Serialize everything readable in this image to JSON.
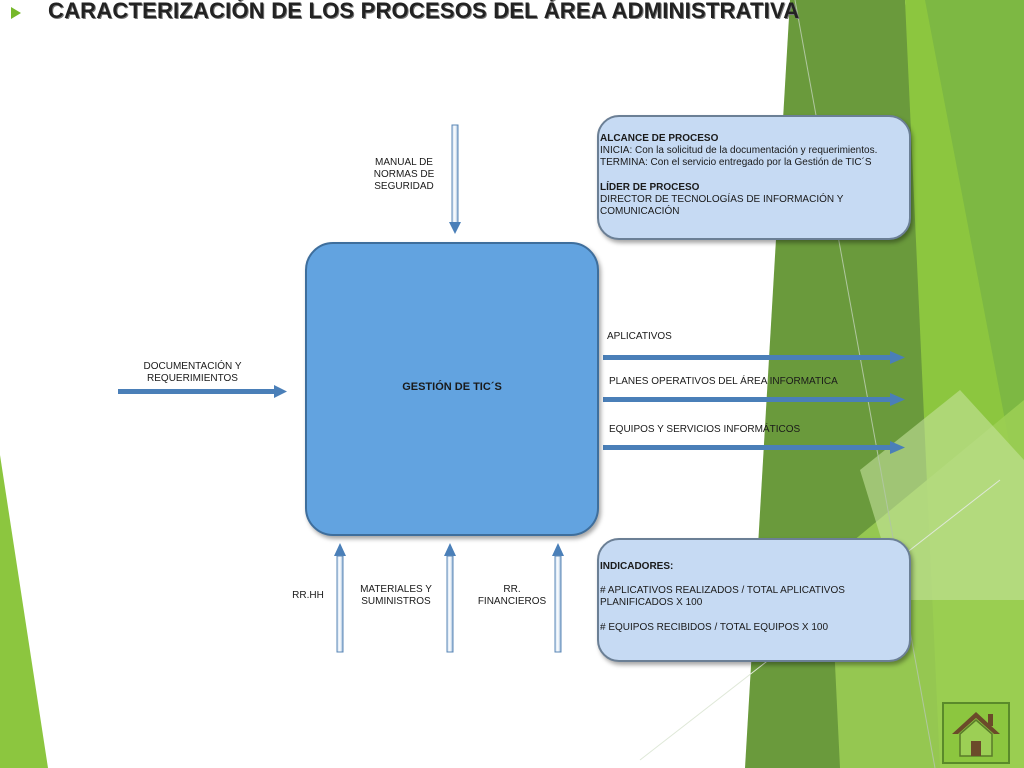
{
  "header": {
    "title": "CARACTERIZACIÓN DE LOS PROCESOS DEL ÁREA ADMINISTRATIVA"
  },
  "process": {
    "label": "GESTIÓN DE TIC´S"
  },
  "input": {
    "line1": "DOCUMENTACIÓN Y",
    "line2": "REQUERIMIENTOS"
  },
  "control": {
    "line1": "MANUAL DE",
    "line2": "NORMAS DE",
    "line3": "SEGURIDAD"
  },
  "outputs": [
    "APLICATIVOS",
    "PLANES OPERATIVOS DEL ÁREA INFORMATICA",
    "EQUIPOS Y SERVICIOS INFORMÁTICOS"
  ],
  "resources": {
    "rrhh": "RR.HH",
    "materiales_line1": "MATERIALES Y",
    "materiales_line2": "SUMINISTROS",
    "financieros_line1": "RR.",
    "financieros_line2": "FINANCIEROS"
  },
  "scope_box": {
    "alcance_heading": "ALCANCE DE PROCESO",
    "inicia": "INICIA: Con la solicitud de la documentación y requerimientos.",
    "termina": "TERMINA: Con el servicio entregado por la Gestión de TIC´S",
    "lider_heading": "LÍDER DE PROCESO",
    "lider_line1": "DIRECTOR DE TECNOLOGÍAS DE INFORMACIÓN Y",
    "lider_line2": "COMUNICACIÓN"
  },
  "indicators_box": {
    "heading": "INDICADORES:",
    "ind1_line1": "# APLICATIVOS REALIZADOS / TOTAL APLICATIVOS",
    "ind1_line2": "PLANIFICADOS X 100",
    "ind2": "# EQUIPOS RECIBIDOS / TOTAL EQUIPOS X 100"
  },
  "colors": {
    "accent_green": "#76b82a",
    "process_blue": "#62a3e0",
    "info_box_fill": "#c6daf3",
    "arrow_blue": "#4a7fb8"
  },
  "icons": {
    "home": "home-icon",
    "bullet": "triangle-bullet-icon"
  }
}
